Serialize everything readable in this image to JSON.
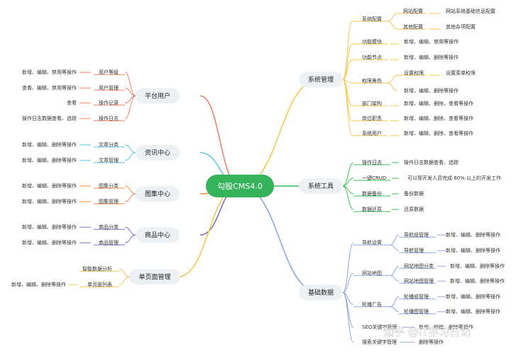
{
  "center": {
    "label": "勾股CMS4.0",
    "color": "#34B35A"
  },
  "branches": {
    "sys_mgmt": {
      "label": "系统管理",
      "color": "#F2C94C",
      "children": {
        "site_config": {
          "label": "系统配置",
          "children": {
            "site_cfg": {
              "label": "网站配置",
              "children": {
                "info": {
                  "label": "网站系统基础信息配置"
                }
              }
            },
            "other_cfg": {
              "label": "其他配置",
              "children": {
                "misc": {
                  "label": "其他杂项配置"
                }
              }
            }
          }
        },
        "func_module": {
          "label": "功能模块",
          "children": {
            "ops": {
              "label": "新增、编辑、禁用等操作"
            }
          }
        },
        "func_node": {
          "label": "功能节点",
          "children": {
            "ops": {
              "label": "新增、编辑、删除等操作"
            }
          }
        },
        "perm_role": {
          "label": "权限角色",
          "children": {
            "set_perm": {
              "label": "设置权限",
              "children": {
                "menu": {
                  "label": "设置菜单权限"
                }
              }
            },
            "ops": {
              "label": "新增、编辑、删除等操作"
            }
          }
        },
        "dept": {
          "label": "部门架构",
          "children": {
            "ops": {
              "label": "新增、编辑、删除、查看等操作"
            }
          }
        },
        "post": {
          "label": "岗位职责",
          "children": {
            "ops": {
              "label": "新增、编辑、删除、查看等操作"
            }
          }
        },
        "sys_user": {
          "label": "系统用户",
          "children": {
            "ops": {
              "label": "新增、编辑、删除、查看等操作"
            }
          }
        }
      }
    },
    "sys_tools": {
      "label": "系统工具",
      "color": "#3CC05A",
      "children": {
        "oplog": {
          "label": "操作日志",
          "children": {
            "d": {
              "label": "操作日志数据查看、追踪"
            }
          }
        },
        "crud": {
          "label": "一键CRUD",
          "children": {
            "d": {
              "label": "可以帮开发人员完成 60% 以上的开发工作"
            }
          }
        },
        "backup": {
          "label": "数据备份",
          "children": {
            "d": {
              "label": "备份数据"
            }
          }
        },
        "restore": {
          "label": "数据还原",
          "children": {
            "d": {
              "label": "还原数据"
            }
          }
        }
      }
    },
    "base_data": {
      "label": "基础数据",
      "color": "#8FA6DC",
      "children": {
        "nav": {
          "label": "导航设置",
          "children": {
            "nav_group": {
              "label": "导航组管理",
              "children": {
                "ops": {
                  "label": "新增、编辑、删除等操作"
                }
              }
            },
            "nav_mgmt": {
              "label": "导航管理",
              "children": {
                "ops": {
                  "label": "新增、编辑、删除等操作"
                }
              }
            }
          }
        },
        "sitemap": {
          "label": "网站地图",
          "children": {
            "cat": {
              "label": "网站地图分类",
              "children": {
                "ops": {
                  "label": "新增、编辑、删除等操作"
                }
              }
            },
            "mgmt": {
              "label": "网站地图管理",
              "children": {
                "ops": {
                  "label": "新增、编辑、删除等操作"
                }
              }
            }
          }
        },
        "banner": {
          "label": "轮播广告",
          "children": {
            "group": {
              "label": "轮播组管理",
              "children": {
                "ops": {
                  "label": "新增、编辑、删除等操作"
                }
              }
            },
            "pic": {
              "label": "轮播图管理",
              "children": {
                "ops": {
                  "label": "新增、编辑、删除等操作"
                }
              }
            }
          }
        },
        "seo": {
          "label": "SEO关键字管理",
          "children": {
            "ops": {
              "label": "新增、编辑、删除等操作"
            }
          }
        },
        "search": {
          "label": "搜索关键字管理",
          "children": {
            "ops": {
              "label": "删除等操作"
            }
          }
        }
      }
    },
    "platform_user": {
      "label": "平台用户",
      "color": "#E8826A",
      "children": {
        "level": {
          "label": "用户等级",
          "children": {
            "ops": {
              "label": "新增、编辑、禁用等操作"
            }
          }
        },
        "mgmt": {
          "label": "用户管理",
          "children": {
            "ops": {
              "label": "查看、编辑、禁用等操作"
            }
          }
        },
        "record": {
          "label": "操作记录",
          "children": {
            "ops": {
              "label": "查看"
            }
          }
        },
        "log": {
          "label": "操作日志",
          "children": {
            "ops": {
              "label": "操作日志数据查看、追踪"
            }
          }
        }
      }
    },
    "news": {
      "label": "资讯中心",
      "color": "#5CC8E6",
      "children": {
        "cat": {
          "label": "文章分类",
          "children": {
            "ops": {
              "label": "新增、编辑、删除等操作"
            }
          }
        },
        "mgmt": {
          "label": "文章管理",
          "children": {
            "ops": {
              "label": "新增、编辑、删除等操作"
            }
          }
        }
      }
    },
    "gallery": {
      "label": "图集中心",
      "color": "#F0894A",
      "children": {
        "cat": {
          "label": "图集分类",
          "children": {
            "ops": {
              "label": "新增、编辑、删除等操作"
            }
          }
        },
        "mgmt": {
          "label": "图集管理",
          "children": {
            "ops": {
              "label": "新增、编辑、删除等操作"
            }
          }
        }
      }
    },
    "goods": {
      "label": "商品中心",
      "color": "#7B6FC6",
      "children": {
        "cat": {
          "label": "商品分类",
          "children": {
            "ops": {
              "label": "新增、编辑、删除等操作"
            }
          }
        },
        "mgmt": {
          "label": "商品管理",
          "children": {
            "ops": {
              "label": "新增、编辑、删除等操作"
            }
          }
        }
      }
    },
    "single_page": {
      "label": "单页面管理",
      "color": "#F2C94C",
      "children": {
        "analysis": {
          "label": "智能数据分析"
        },
        "list": {
          "label": "单页面列表",
          "children": {
            "ops": {
              "label": "新增、编辑、删除等操作"
            }
          }
        }
      }
    }
  },
  "watermark": "知乎 @IT学习日记",
  "colors": {
    "box_fill": "#EEF1F4",
    "center_text": "#ffffff"
  }
}
